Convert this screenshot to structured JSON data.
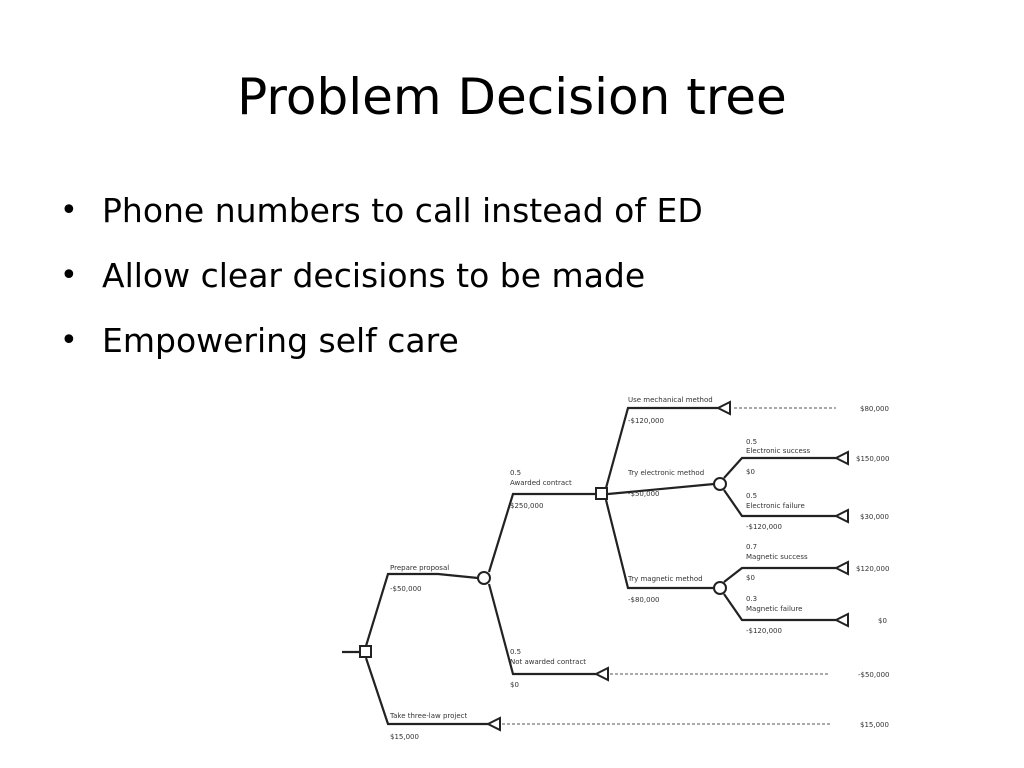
{
  "slide": {
    "title": "Problem Decision tree",
    "bullets": [
      "Phone numbers to call instead of ED",
      "Allow clear decisions to be made",
      "Empowering self care"
    ]
  },
  "tree": {
    "prepare_label": "Prepare proposal",
    "prepare_cost": "-$50,000",
    "take_label": "Take three-law project",
    "take_cost": "$15,000",
    "take_payoff": "$15,000",
    "awarded_prob": "0.5",
    "awarded_label": "Awarded contract",
    "awarded_value": "$250,000",
    "not_awarded_prob": "0.5",
    "not_awarded_label": "Not awarded contract",
    "not_awarded_value": "$0",
    "not_awarded_payoff": "-$50,000",
    "mech_label": "Use mechanical method",
    "mech_cost": "-$120,000",
    "mech_payoff": "$80,000",
    "electronic_label": "Try electronic method",
    "electronic_cost": "-$50,000",
    "e_success_prob": "0.5",
    "e_success_label": "Electronic success",
    "e_success_value": "$0",
    "e_success_payoff": "$150,000",
    "e_fail_prob": "0.5",
    "e_fail_label": "Electronic failure",
    "e_fail_value": "-$120,000",
    "e_fail_payoff": "$30,000",
    "magnetic_label": "Try magnetic method",
    "magnetic_cost": "-$80,000",
    "m_success_prob": "0.7",
    "m_success_label": "Magnetic success",
    "m_success_value": "$0",
    "m_success_payoff": "$120,000",
    "m_fail_prob": "0.3",
    "m_fail_label": "Magnetic failure",
    "m_fail_value": "-$120,000",
    "m_fail_payoff": "$0"
  }
}
